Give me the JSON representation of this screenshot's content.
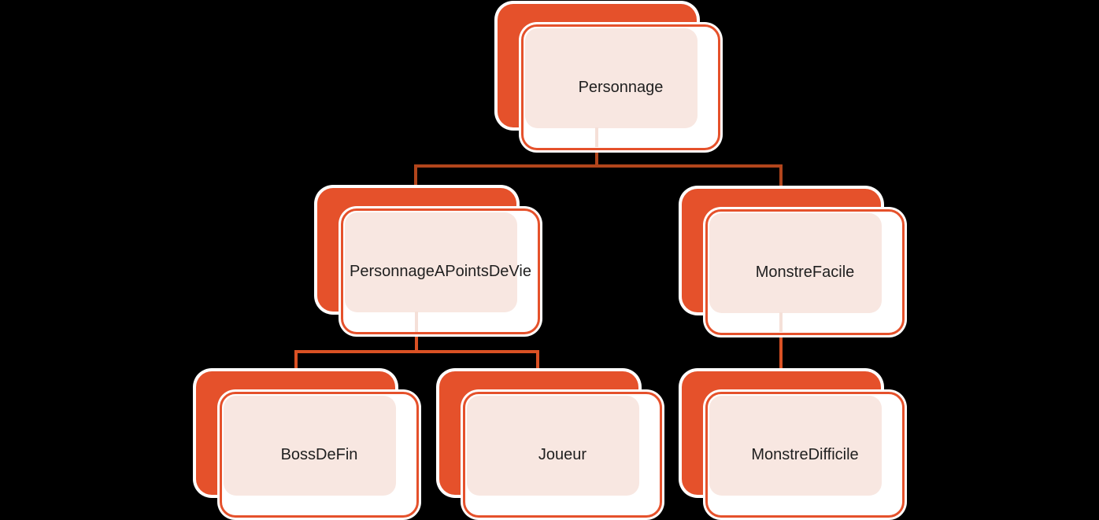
{
  "diagram": {
    "type": "hierarchy",
    "background_color": "#000000",
    "node_fill_color": "#E5512B",
    "node_front_fill_color": "#FFFFFF",
    "node_overlap_fill_color": "#F8E7E1",
    "connector_color_level1": "#B2451C",
    "connector_color_level2": "#DA5124",
    "text_color": "#1F1F1F",
    "nodes": [
      {
        "id": "personnage",
        "label": "Personnage",
        "level": 0,
        "parent": null
      },
      {
        "id": "personnage-a-points-de-vie",
        "label": "PersonnageAPointsDeVie",
        "level": 1,
        "parent": "personnage"
      },
      {
        "id": "monstre-facile",
        "label": "MonstreFacile",
        "level": 1,
        "parent": "personnage"
      },
      {
        "id": "boss-de-fin",
        "label": "BossDeFin",
        "level": 2,
        "parent": "personnage-a-points-de-vie"
      },
      {
        "id": "joueur",
        "label": "Joueur",
        "level": 2,
        "parent": "personnage-a-points-de-vie"
      },
      {
        "id": "monstre-difficile",
        "label": "MonstreDifficile",
        "level": 2,
        "parent": "monstre-facile"
      }
    ],
    "edges": [
      {
        "from": "personnage",
        "to": "personnage-a-points-de-vie"
      },
      {
        "from": "personnage",
        "to": "monstre-facile"
      },
      {
        "from": "personnage-a-points-de-vie",
        "to": "boss-de-fin"
      },
      {
        "from": "personnage-a-points-de-vie",
        "to": "joueur"
      },
      {
        "from": "monstre-facile",
        "to": "monstre-difficile"
      }
    ]
  }
}
